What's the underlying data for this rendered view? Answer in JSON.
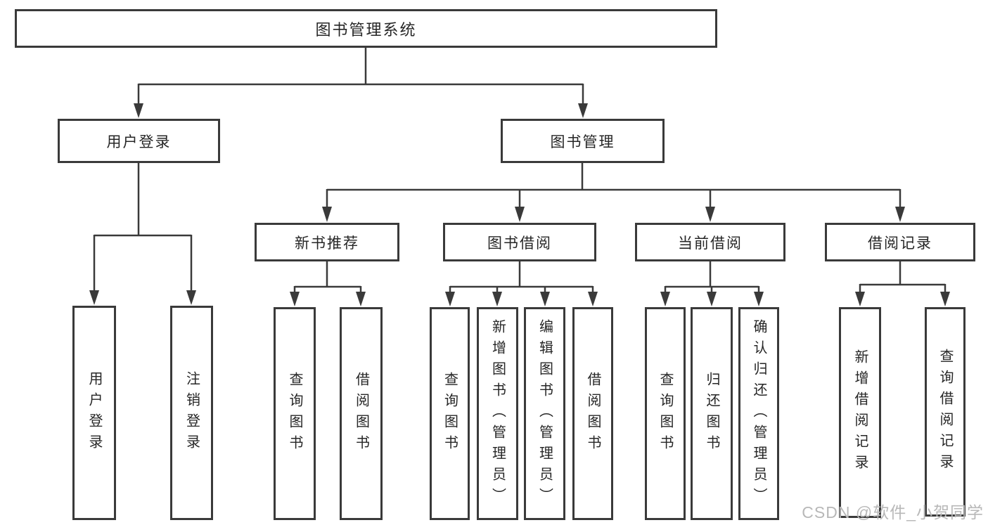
{
  "diagram": {
    "root": {
      "label": "图书管理系统"
    },
    "level2": {
      "user_login": "用户登录",
      "book_mgmt": "图书管理"
    },
    "level3": {
      "new_books": "新书推荐",
      "borrowing": "图书借阅",
      "current": "当前借阅",
      "records": "借阅记录"
    },
    "leaves": {
      "user_login": [
        "用户登录",
        "注销登录"
      ],
      "new_books": [
        "查询图书",
        "借阅图书"
      ],
      "borrowing": [
        "查询图书",
        "新增图书（管理员）",
        "编辑图书（管理员）",
        "借阅图书"
      ],
      "current": [
        "查询图书",
        "归还图书",
        "确认归还（管理员）"
      ],
      "records": [
        "新增借阅记录",
        "查询借阅记录"
      ]
    }
  },
  "watermark": {
    "text": "CSDN @软件_小贺同学"
  },
  "colors": {
    "line": "#3a3a3a",
    "text": "#262626",
    "background": "#ffffff",
    "watermark": "#b8b8b8"
  }
}
